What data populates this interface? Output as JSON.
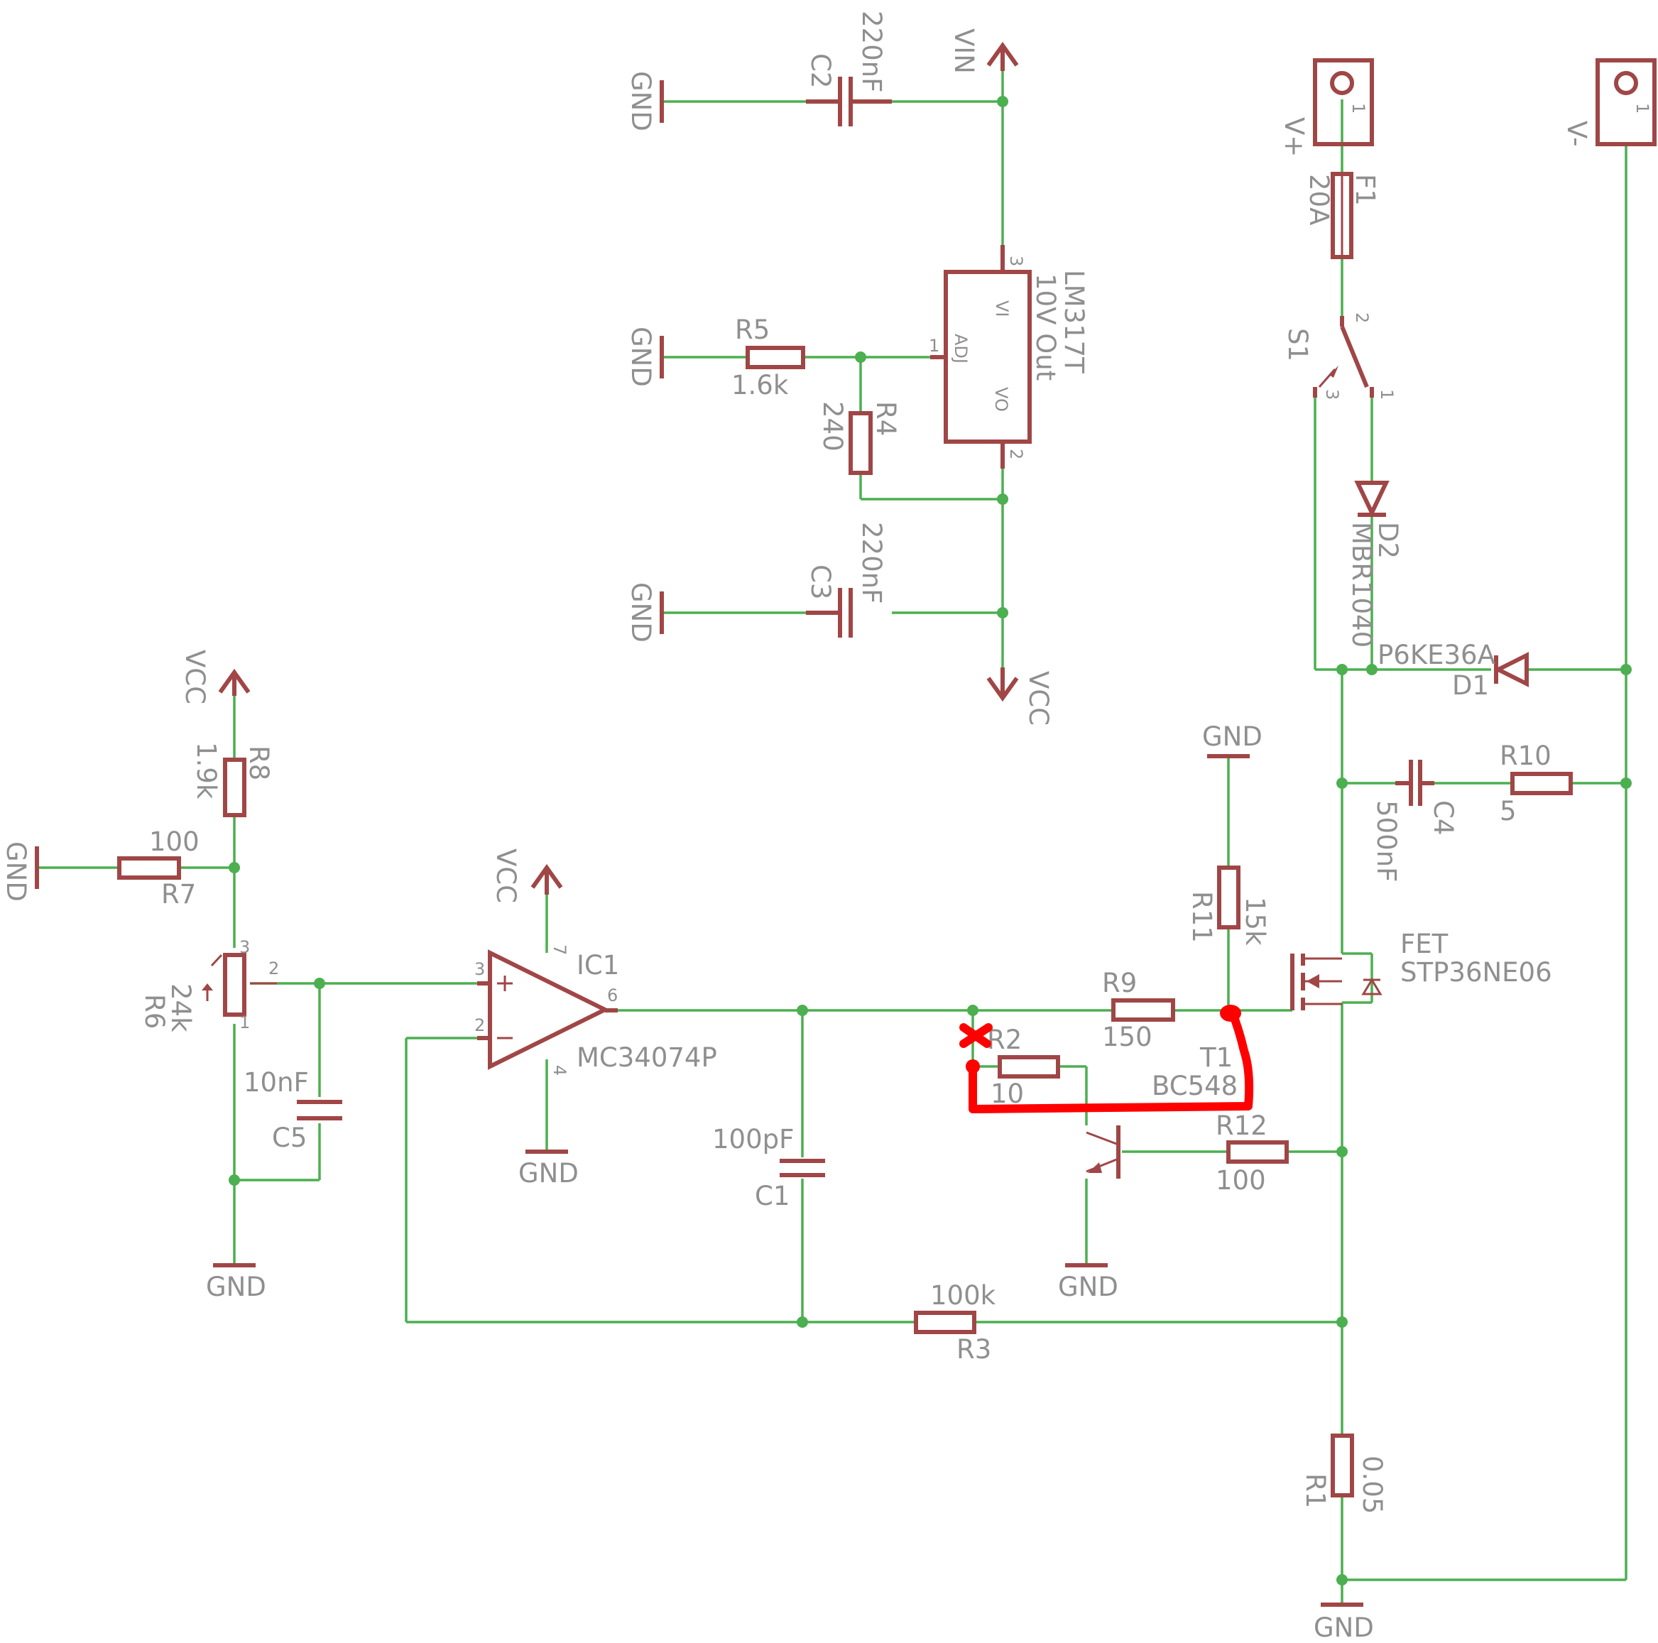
{
  "colors": {
    "wire": "#4caf50",
    "part": "#a04646",
    "label": "#8f8f8f",
    "annotation": "#ff0000"
  },
  "labels": {
    "gnd": "GND",
    "vcc": "VCC",
    "vin": "VIN",
    "c2_name": "C2",
    "c2_val": "220nF",
    "c3_name": "C3",
    "c3_val": "220nF",
    "r5_name": "R5",
    "r5_val": "1.6k",
    "r4_name": "R4",
    "r4_val": "240",
    "reg_name": "LM317T",
    "reg_val": "10V Out",
    "reg_vi": "VI",
    "reg_adj": "ADJ",
    "reg_vo": "VO",
    "jp_plus": "V+",
    "jp_minus": "V-",
    "f1_name": "F1",
    "f1_val": "20A",
    "s1_name": "S1",
    "d2_name": "D2",
    "d2_val": "MBR1040",
    "d1_name": "D1",
    "d1_val": "P6KE36A",
    "r10_name": "R10",
    "r10_val": "5",
    "c4_name": "C4",
    "c4_val": "500nF",
    "r11_name": "R11",
    "r11_val": "15k",
    "fet_name": "FET",
    "fet_val": "STP36NE06",
    "r8_name": "R8",
    "r8_val": "1.9k",
    "r7_name": "R7",
    "r7_val": "100",
    "r6_name": "R6",
    "r6_val": "24k",
    "c5_name": "C5",
    "c5_val": "10nF",
    "ic1_name": "IC1",
    "ic1_val": "MC34074P",
    "c1_name": "C1",
    "c1_val": "100pF",
    "r9_name": "R9",
    "r9_val": "150",
    "r2_name": "R2",
    "r2_val": "10",
    "t1_name": "T1",
    "t1_val": "BC548",
    "r12_name": "R12",
    "r12_val": "100",
    "r3_name": "R3",
    "r3_val": "100k",
    "r1_name": "R1",
    "r1_val": "0.05"
  },
  "pins": {
    "p1": "1",
    "p2": "2",
    "p3": "3",
    "p4": "4",
    "p6": "6",
    "p7": "7"
  }
}
